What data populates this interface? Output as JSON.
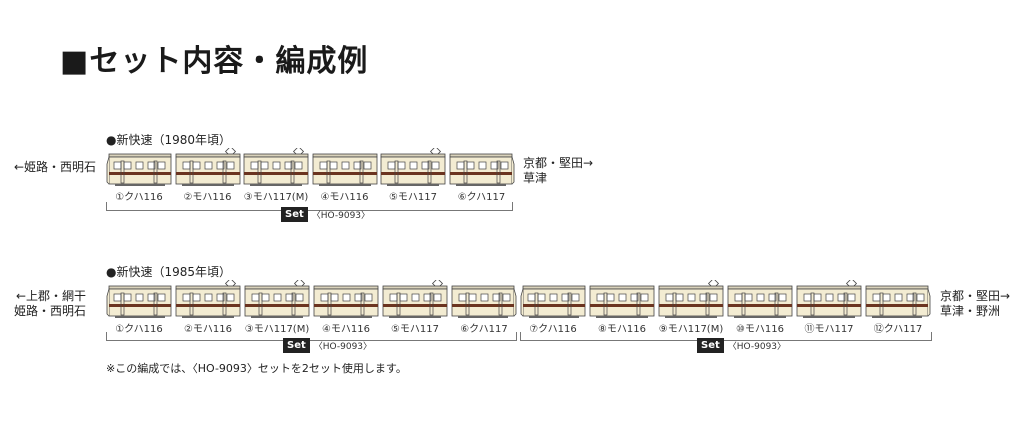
{
  "heading": "■セット内容・編成例",
  "formation1": {
    "label": "●新快速（1980年頃）",
    "left_dest": [
      "←姫路・西明石"
    ],
    "right_dest": [
      "京都・堅田→",
      "草津"
    ],
    "cars": [
      "①クハ116",
      "②モハ116",
      "③モハ117(M)",
      "④モハ116",
      "⑤モハ117",
      "⑥クハ117"
    ],
    "set_badge": "Set",
    "set_code": "〈HO-9093〉"
  },
  "formation2": {
    "label": "●新快速（1985年頃）",
    "left_dest": [
      "←上郡・網干",
      "姫路・西明石"
    ],
    "right_dest": [
      "京都・堅田→",
      "草津・野洲"
    ],
    "cars": [
      "①クハ116",
      "②モハ116",
      "③モハ117(M)",
      "④モハ116",
      "⑤モハ117",
      "⑥クハ117",
      "⑦クハ116",
      "⑧モハ116",
      "⑨モハ117(M)",
      "⑩モハ116",
      "⑪モハ117",
      "⑫クハ117"
    ],
    "set_badge_1": "Set",
    "set_code_1": "〈HO-9093〉",
    "set_badge_2": "Set",
    "set_code_2": "〈HO-9093〉"
  },
  "note": "※この編成では、〈HO-9093〉セットを2セット使用します。",
  "colors": {
    "body": "#f3ecd2",
    "stripe": "#6b3420",
    "outline": "#444444"
  },
  "car_types": [
    "cab-left",
    "pan",
    "pan",
    "plain",
    "pan",
    "cab-right",
    "cab-left",
    "plain",
    "pan",
    "plain",
    "pan",
    "cab-right"
  ]
}
